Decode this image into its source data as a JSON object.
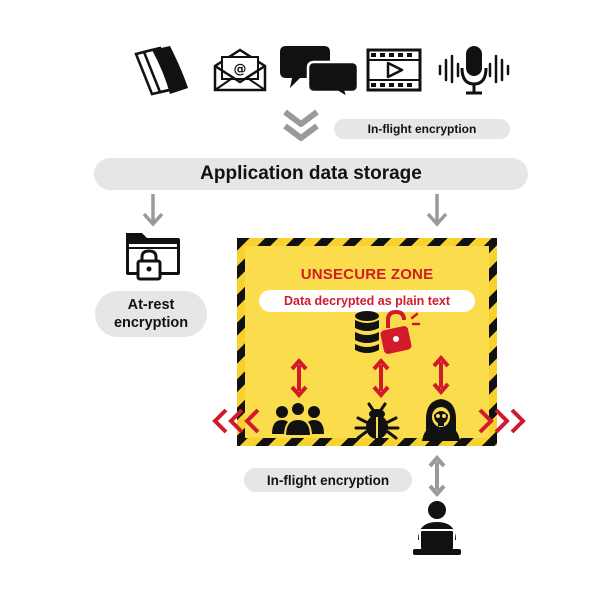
{
  "top_label": "In-flight encryption",
  "storage_label": "Application data storage",
  "rest_label_line1": "At-rest",
  "rest_label_line2": "encryption",
  "zone_title": "UNSECURE ZONE",
  "zone_subtitle": "Data decrypted as plain text",
  "bottom_label": "In-flight encryption",
  "icons": [
    "documents-icon",
    "email-icon",
    "chat-icon",
    "video-icon",
    "microphone-icon",
    "folder-lock-icon",
    "database-lock-icon",
    "group-icon",
    "bug-icon",
    "hacker-icon",
    "user-laptop-icon"
  ],
  "colors": {
    "accent_red": "#d11a2a",
    "zone_yellow": "#fbdc4c",
    "pill_gray": "#e6e6e6"
  }
}
